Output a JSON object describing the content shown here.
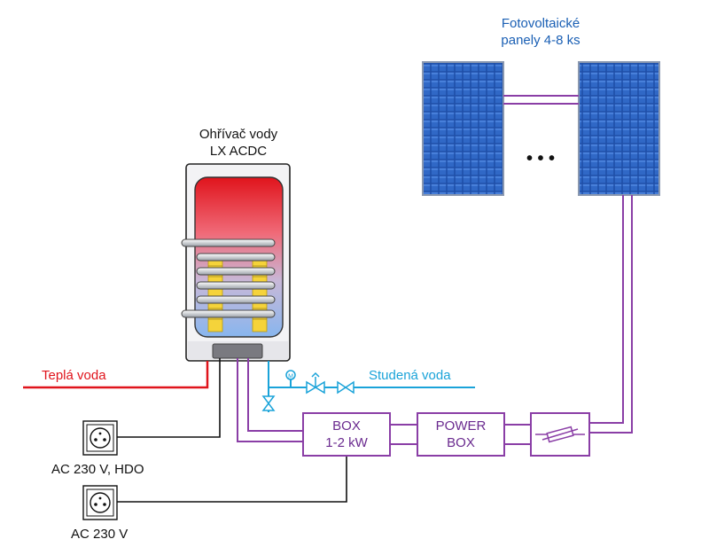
{
  "labels": {
    "heater_title_1": "Ohřívač vody",
    "heater_title_2": "LX ACDC",
    "panels_title_1": "Fotovoltaické",
    "panels_title_2": "panely 4-8 ks",
    "hot_water": "Teplá voda",
    "cold_water": "Studená voda",
    "box_line_1": "BOX",
    "box_line_2": "1-2 kW",
    "power_box_line_1": "POWER",
    "power_box_line_2": "BOX",
    "socket_hdo": "AC 230 V, HDO",
    "socket_ac": "AC 230 V",
    "more_panels": "• • •",
    "meter_symbol": "M"
  },
  "colors": {
    "hot_water_pipe": "#e0141c",
    "cold_water_pipe": "#1aa3d9",
    "dc_wiring": "#8a3ea6",
    "ac_wiring": "#111111",
    "panel_blue": "#1f4fa8",
    "panels_title": "#1a5fb4"
  },
  "icons": {
    "socket": "power-socket-icon",
    "fuse": "fuse-icon",
    "valve": "valve-icon",
    "meter": "meter-icon",
    "pv_panel": "solar-panel-icon"
  }
}
